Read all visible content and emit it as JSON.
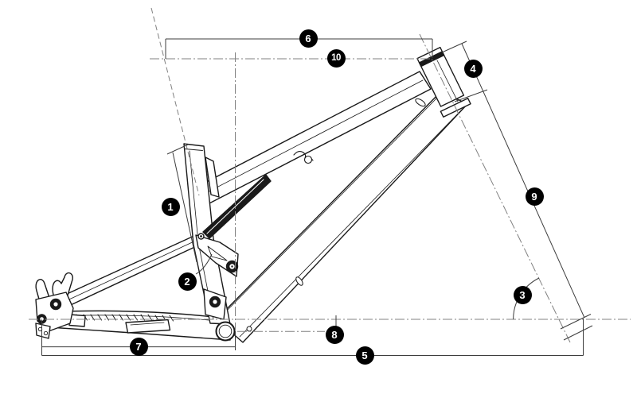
{
  "diagram": {
    "name": "full-suspension-bicycle-frame-geometry-diagram",
    "background": "#ffffff",
    "frame_line_color": "#1a1a1a",
    "centerline_color": "#808080",
    "dimension_line_color": "#3d3d3d",
    "badge": {
      "background": "#000000",
      "text_color": "#ffffff"
    },
    "callouts": [
      {
        "label": "1"
      },
      {
        "label": "2"
      },
      {
        "label": "3"
      },
      {
        "label": "4"
      },
      {
        "label": "5"
      },
      {
        "label": "6"
      },
      {
        "label": "7"
      },
      {
        "label": "8"
      },
      {
        "label": "9"
      },
      {
        "label": "10"
      }
    ]
  }
}
